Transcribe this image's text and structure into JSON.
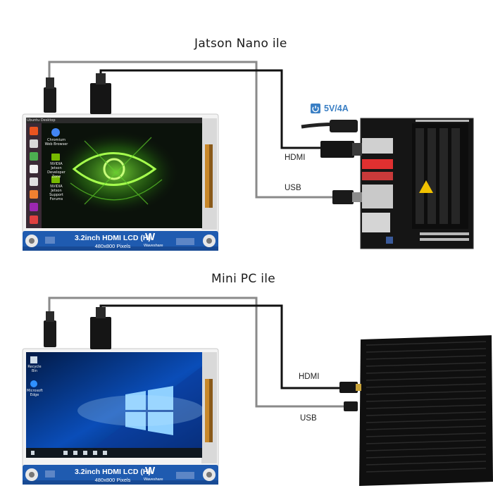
{
  "section1": {
    "title": "Jatson Nano ile",
    "power_label": "5V/4A",
    "hdmi_label": "HDMI",
    "usb_label": "USB",
    "lcd_title": "3.2inch HDMI LCD (H)",
    "lcd_resolution": "480x800 Pixels",
    "brand": "Waveshare",
    "screen_topbar": "Ubuntu Desktop",
    "desktop_icons": [
      "Chromium Web Browser",
      "NVIDIA Jetson Developer Zone",
      "NVIDIA Jetson Support Forums"
    ]
  },
  "section2": {
    "title": "Mini PC ile",
    "hdmi_label": "HDMI",
    "usb_label": "USB",
    "lcd_title": "3.2inch HDMI LCD (H)",
    "lcd_resolution": "480x800 Pixels",
    "brand": "Waveshare",
    "desktop_icons": [
      "Recycle Bin",
      "Microsoft Edge"
    ]
  },
  "colors": {
    "power_blue": "#3a7fc4",
    "pcb_blue": "#1f5bb0",
    "cable_gray": "#8a8a8a",
    "cable_black": "#111111"
  }
}
